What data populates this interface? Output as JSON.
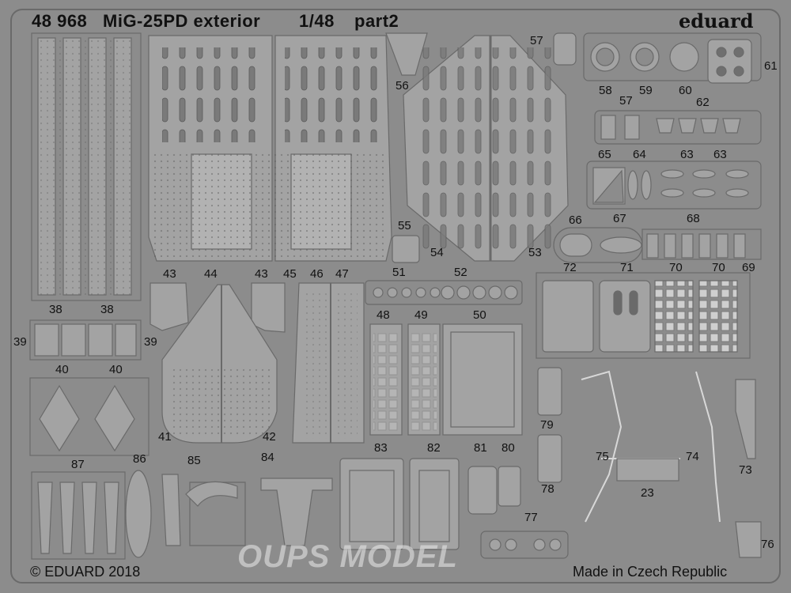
{
  "header": {
    "set_number": "48 968",
    "title": "MiG-25PD exterior",
    "scale": "1/48",
    "part": "part2",
    "brand": "eduard"
  },
  "footer": {
    "copyright": "© EDUARD 2018",
    "origin": "Made in Czech Republic"
  },
  "watermark": "OUPS MODEL",
  "part_numbers": [
    "57",
    "56",
    "58",
    "59",
    "60",
    "61",
    "57",
    "62",
    "55",
    "54",
    "53",
    "65",
    "64",
    "63",
    "63",
    "66",
    "67",
    "68",
    "43",
    "44",
    "43",
    "45",
    "46",
    "47",
    "51",
    "52",
    "72",
    "71",
    "70",
    "70",
    "69",
    "38",
    "38",
    "48",
    "49",
    "50",
    "39",
    "39",
    "40",
    "40",
    "79",
    "75",
    "74",
    "41",
    "42",
    "73",
    "23",
    "78",
    "87",
    "86",
    "85",
    "84",
    "83",
    "82",
    "81",
    "80",
    "77",
    "76"
  ],
  "colors": {
    "fret": "#8c8c8c",
    "part": "#a3a3a3",
    "edge": "#6a6a6a",
    "text": "#111111"
  }
}
